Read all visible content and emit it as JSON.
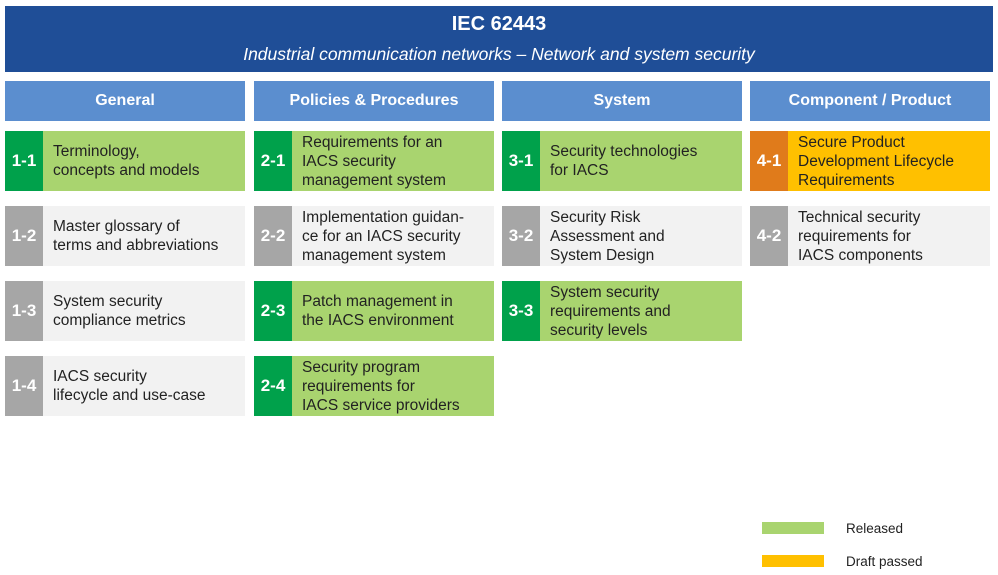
{
  "header": {
    "title": "IEC 62443",
    "subtitle": "Industrial communication networks – Network and system security"
  },
  "columns": [
    {
      "label": "General"
    },
    {
      "label": "Policies & Procedures"
    },
    {
      "label": "System"
    },
    {
      "label": "Component / Product"
    }
  ],
  "documents": [
    {
      "code": "1-1",
      "title": "Terminology,\nconcepts and models",
      "status": "released"
    },
    {
      "code": "1-2",
      "title": "Master glossary of\nterms and abbreviations",
      "status": "other"
    },
    {
      "code": "1-3",
      "title": "System security\ncompliance metrics",
      "status": "other"
    },
    {
      "code": "1-4",
      "title": "IACS security\nlifecycle and use-case",
      "status": "other"
    },
    {
      "code": "2-1",
      "title": "Requirements for an\nIACS security\nmanagement system",
      "status": "released"
    },
    {
      "code": "2-2",
      "title": "Implementation guidan-\nce for an IACS security\nmanagement system",
      "status": "other"
    },
    {
      "code": "2-3",
      "title": "Patch management in\nthe IACS environment",
      "status": "released"
    },
    {
      "code": "2-4",
      "title": "Security program\nrequirements for\nIACS service providers",
      "status": "released"
    },
    {
      "code": "3-1",
      "title": "Security technologies\nfor IACS",
      "status": "released"
    },
    {
      "code": "3-2",
      "title": "Security Risk\nAssessment and\nSystem Design",
      "status": "other"
    },
    {
      "code": "3-3",
      "title": "System security\nrequirements and\nsecurity levels",
      "status": "released"
    },
    {
      "code": "4-1",
      "title": "Secure Product\nDevelopment Lifecycle\nRequirements",
      "status": "draft"
    },
    {
      "code": "4-2",
      "title": "Technical security\nrequirements for\nIACS components",
      "status": "other"
    }
  ],
  "legend": [
    {
      "label": "Released",
      "color": "#a9d46f"
    },
    {
      "label": "Draft passed",
      "color": "#ffc000"
    }
  ],
  "colors": {
    "header": "#1f4e97",
    "column_header": "#5b8ecf",
    "released_code": "#00a14b",
    "released_body": "#a9d46f",
    "draft_code": "#e07b1b",
    "draft_body": "#ffc000",
    "other_code": "#a6a6a6",
    "other_body": "#f2f2f2"
  }
}
